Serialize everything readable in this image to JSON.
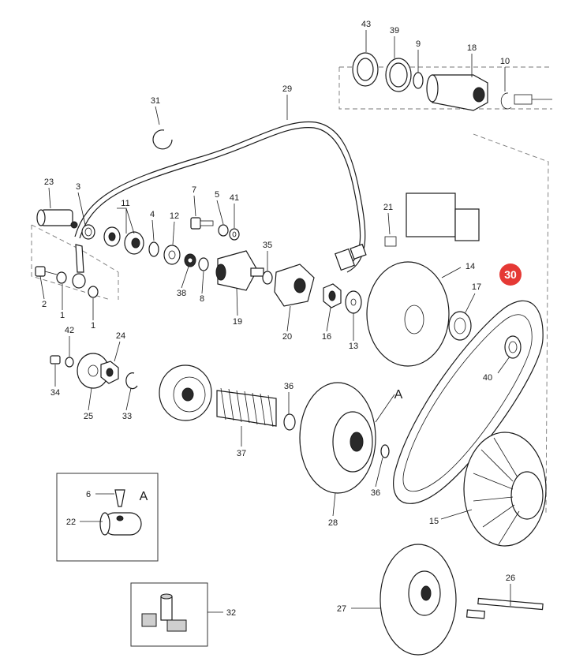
{
  "highlight": {
    "label": "30",
    "color": "#e53935"
  },
  "callouts": {
    "p43": "43",
    "p39": "39",
    "p9": "9",
    "p18": "18",
    "p10": "10",
    "p31": "31",
    "p29": "29",
    "p23": "23",
    "p3": "3",
    "p11": "11",
    "p4": "4",
    "p7": "7",
    "p5": "5",
    "p41": "41",
    "p12": "12",
    "p21": "21",
    "p35": "35",
    "p2": "2",
    "p1a": "1",
    "p1b": "1",
    "p38": "38",
    "p8": "8",
    "p19": "19",
    "p20": "20",
    "p16": "16",
    "p13": "13",
    "p14": "14",
    "p17": "17",
    "p42": "42",
    "p24": "24",
    "p34": "34",
    "p25": "25",
    "p33": "33",
    "p36a": "36",
    "p37": "37",
    "p40": "40",
    "p28": "28",
    "p36b": "36",
    "p15": "15",
    "p6": "6",
    "p22": "22",
    "p26": "26",
    "p27": "27",
    "p32": "32"
  },
  "view_markers": {
    "main": "A",
    "detail": "A"
  }
}
